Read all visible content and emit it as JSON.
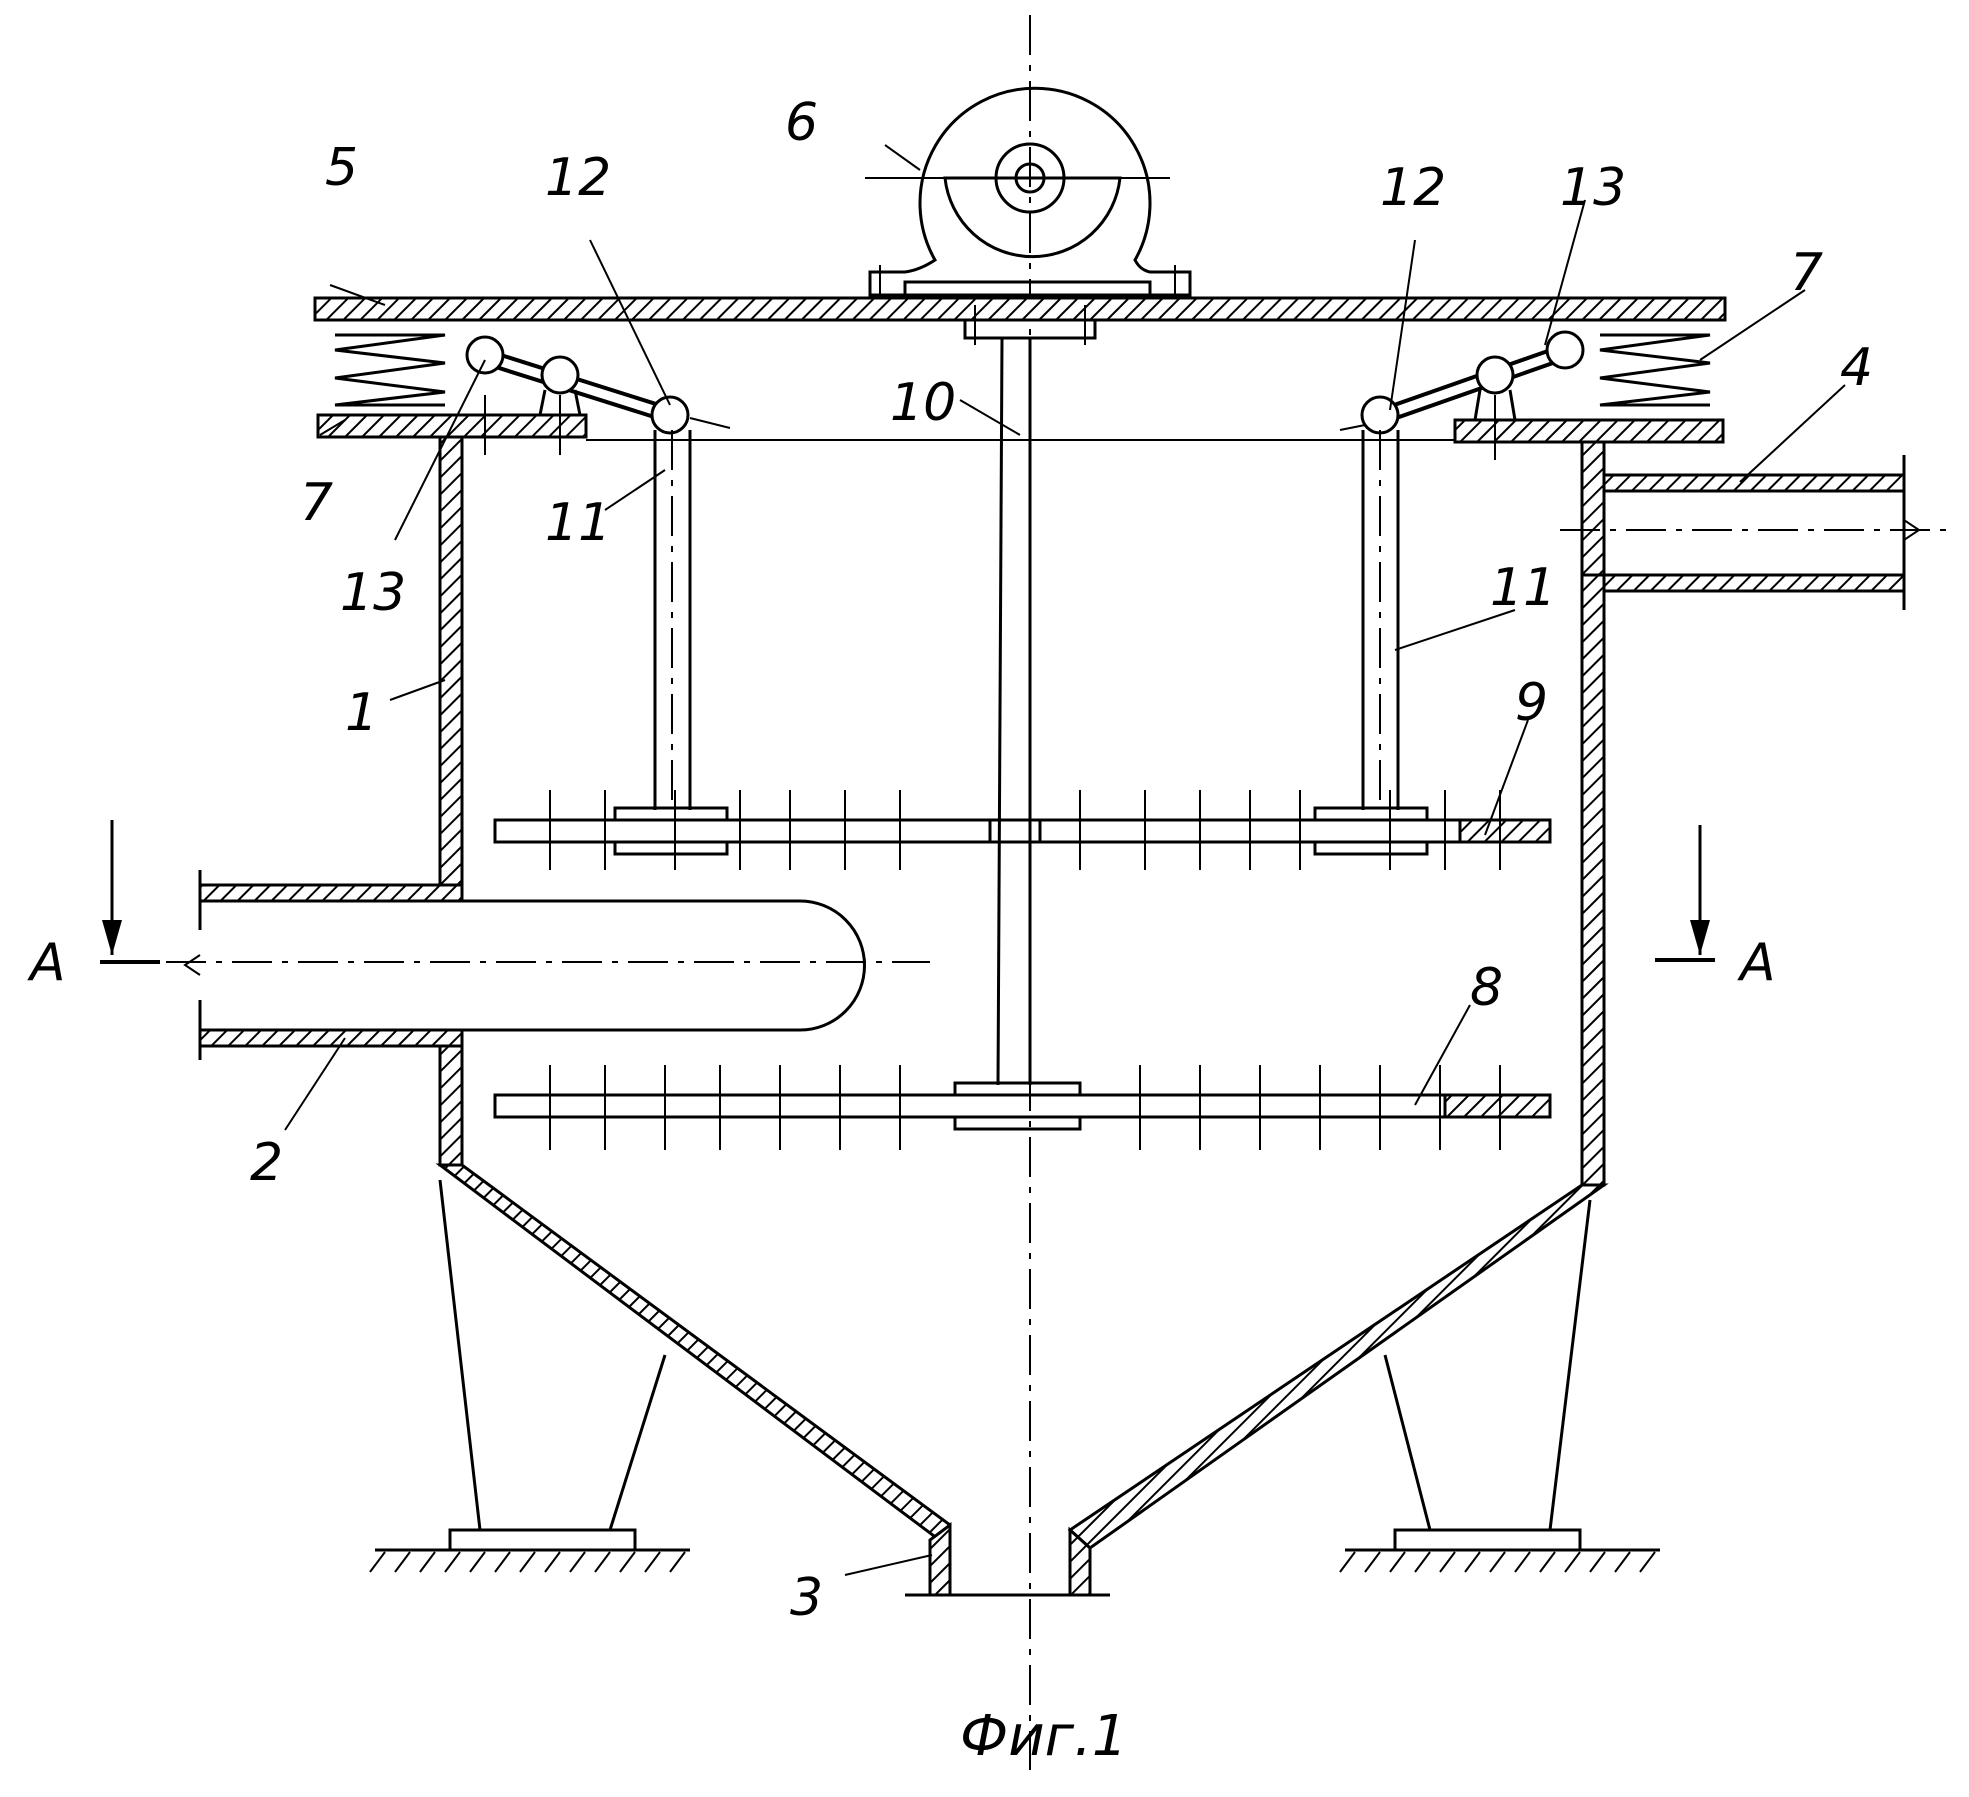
{
  "caption": "Фиг.1",
  "section_marks": {
    "left": "A",
    "right": "A"
  },
  "callouts": {
    "housing": "1",
    "inlet_pipe": "2",
    "outlet_bottom": "3",
    "outlet_pipe": "4",
    "top_plate": "5",
    "drive": "6",
    "spring_left": "7",
    "spring_right": "7",
    "lower_disc": "8",
    "upper_disc": "9",
    "shaft": "10",
    "rod_left": "11",
    "rod_right": "11",
    "lever_left": "12",
    "lever_right": "12",
    "pivot_left": "13",
    "pivot_right": "13"
  },
  "colors": {
    "ink": "#000000",
    "paper": "#ffffff"
  }
}
